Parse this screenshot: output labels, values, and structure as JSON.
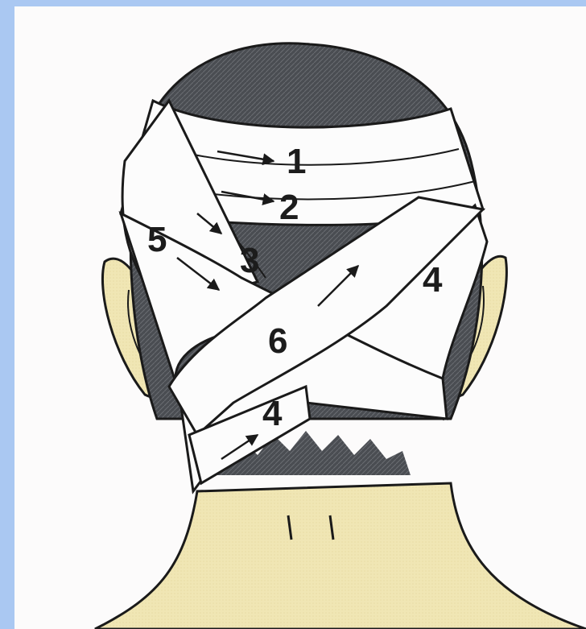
{
  "illustration": {
    "subject": "head-bandage-figure-eight",
    "colors": {
      "page_border": "#aac8f2",
      "background": "#fcfbfb",
      "hair": "#4a4d52",
      "skin": "#f0e6b4",
      "bandage": "#fcfcfc",
      "outline": "#1a1a1a"
    },
    "labels": {
      "turn1": "1",
      "turn2": "2",
      "turn3": "3",
      "turn4_right": "4",
      "turn4_lower": "4",
      "turn5": "5",
      "turn6": "6"
    }
  }
}
